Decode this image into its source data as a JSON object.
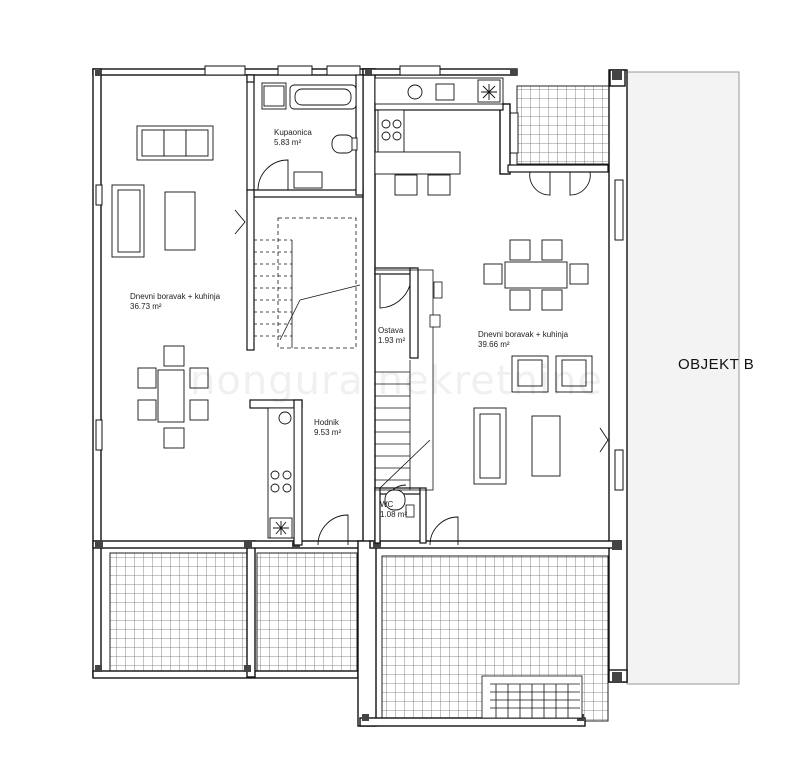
{
  "rooms": {
    "kupaonica": {
      "name": "Kupaonica",
      "area": "5.83 m²"
    },
    "living_left": {
      "name": "Dnevni boravak + kuhinja",
      "area": "36.73 m²"
    },
    "ostava": {
      "name": "Ostava",
      "area": "1.93 m²"
    },
    "living_right": {
      "name": "Dnevni boravak + kuhinja",
      "area": "39.66 m²"
    },
    "hodnik": {
      "name": "Hodnik",
      "area": "9.53 m²"
    },
    "wc": {
      "name": "WC",
      "area": "1.08 m²"
    }
  },
  "neighbor_label": "OBJEKT B",
  "watermark": "nongura nekretnine",
  "colors": {
    "wall": "#111111",
    "tile": "#777777",
    "neighbor": "#f2f2f2"
  }
}
